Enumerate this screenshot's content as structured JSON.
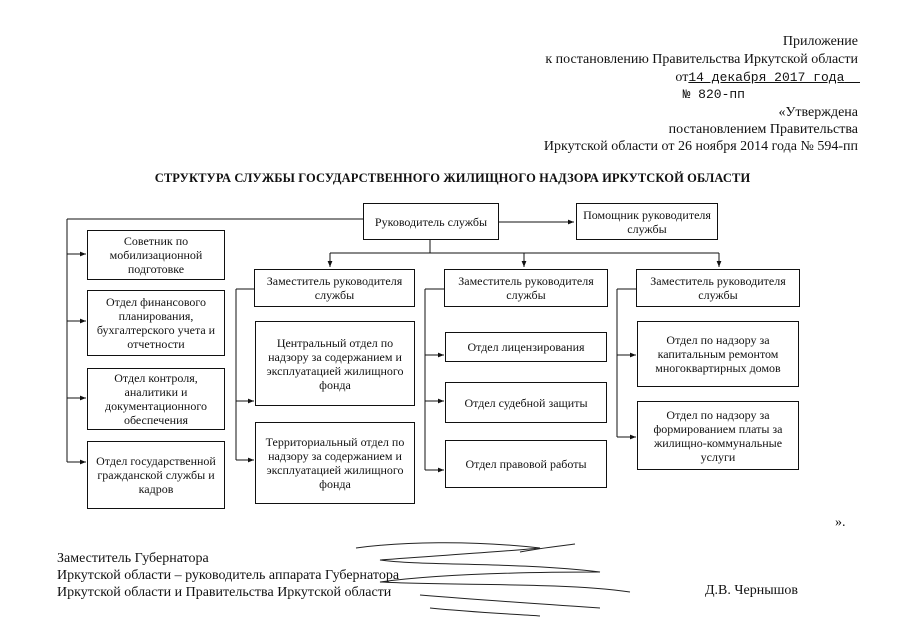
{
  "header": {
    "line1": "Приложение",
    "line2": "к постановлению Правительства Иркутской области",
    "date_prefix": "от",
    "date_value": "14 декабря 2017 года",
    "number": "№ 820-пп",
    "approved_line1": "«Утверждена",
    "approved_line2": "постановлением Правительства",
    "approved_line3": "Иркутской области от 26 ноября 2014 года № 594-пп"
  },
  "title": "СТРУКТУРА СЛУЖБЫ ГОСУДАРСТВЕННОГО ЖИЛИЩНОГО НАДЗОРА ИРКУТСКОЙ ОБЛАСТИ",
  "chart": {
    "head": "Руководитель службы",
    "assistant": "Помощник руководителя службы",
    "left_units": [
      "Советник по мобилизационной подготовке",
      "Отдел финансового планирования, бухгалтерского учета и отчетности",
      "Отдел контроля, аналитики и документационного обеспечения",
      "Отдел государственной гражданской службы и кадров"
    ],
    "deputy1": "Заместитель руководителя службы",
    "deputy1_units": [
      "Центральный отдел по надзору за содержанием и эксплуатацией жилищного фонда",
      "Территориальный отдел по надзору за содержанием и эксплуатацией жилищного фонда"
    ],
    "deputy2": "Заместитель руководителя службы",
    "deputy2_units": [
      "Отдел лицензирования",
      "Отдел судебной защиты",
      "Отдел правовой работы"
    ],
    "deputy3": "Заместитель руководителя службы",
    "deputy3_units": [
      "Отдел по надзору за капитальным ремонтом многоквартирных домов",
      "Отдел по надзору за формированием платы за жилищно-коммунальные услуги"
    ]
  },
  "closing_quote": "».",
  "footer": {
    "line1": "Заместитель Губернатора",
    "line2": "Иркутской области – руководитель аппарата Губернатора",
    "line3": "Иркутской области и Правительства Иркутской области",
    "signatory": "Д.В. Чернышов"
  }
}
